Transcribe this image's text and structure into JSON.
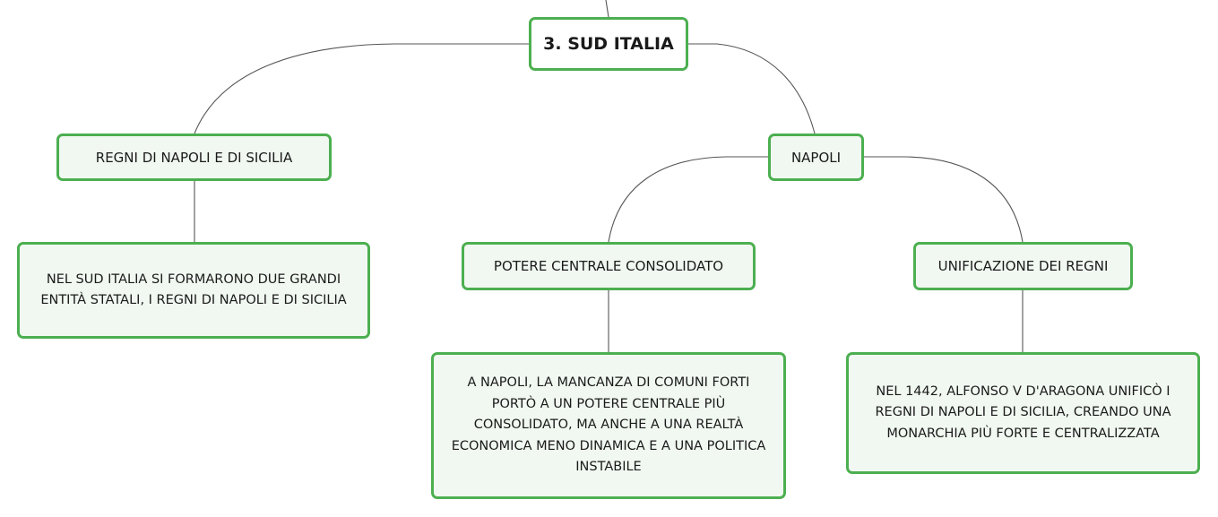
{
  "mindmap": {
    "root": {
      "label": "3. SUD ITALIA"
    },
    "regni": {
      "label": "REGNI DI NAPOLI E DI SICILIA"
    },
    "regni_note": {
      "label": "NEL SUD ITALIA SI FORMARONO DUE GRANDI ENTITÀ STATALI, I REGNI DI NAPOLI E DI SICILIA"
    },
    "napoli": {
      "label": "NAPOLI"
    },
    "potere": {
      "label": "POTERE CENTRALE CONSOLIDATO"
    },
    "potere_note": {
      "label": "A NAPOLI, LA MANCANZA DI COMUNI FORTI PORTÒ A UN POTERE CENTRALE PIÙ CONSOLIDATO, MA ANCHE A UNA REALTÀ ECONOMICA MENO DINAMICA E A UNA POLITICA INSTABILE"
    },
    "unificazione": {
      "label": "UNIFICAZIONE DEI REGNI"
    },
    "unificazione_note": {
      "label": "NEL 1442, ALFONSO V D'ARAGONA UNIFICÒ I REGNI DI NAPOLI E DI SICILIA, CREANDO UNA MONARCHIA PIÙ FORTE E CENTRALIZZATA"
    }
  },
  "colors": {
    "node_border": "#4caf50",
    "node_fill": "#f1f8f1",
    "connector": "#555555"
  }
}
